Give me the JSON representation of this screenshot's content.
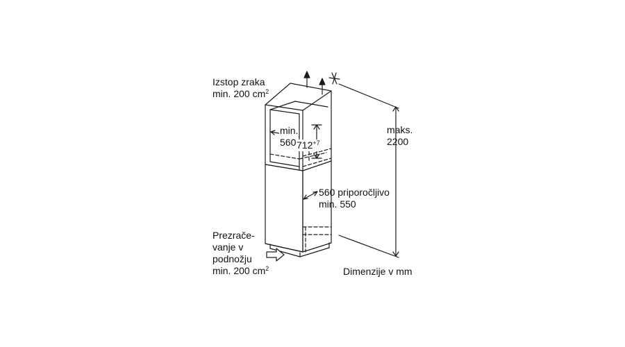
{
  "labels": {
    "air_outlet": {
      "line1": "Izstop zraka",
      "line2": "min. 200 cm",
      "sup": "2"
    },
    "niche_width": {
      "line1": "min.",
      "line2": "560"
    },
    "niche_height": {
      "value": "712",
      "sup": "+7"
    },
    "total_height": {
      "line1": "maks.",
      "line2": "2200"
    },
    "depth": {
      "line1": "560 priporočljivo",
      "line2": "min. 550"
    },
    "plinth_vent": {
      "line1": "Prezrače-",
      "line2": "vanje v",
      "line3": "podnožju",
      "line4": "min. 200 cm",
      "sup": "2"
    },
    "units": "Dimenzije v mm"
  },
  "icons": [
    "air-outlet-arrow-icon",
    "air-outlet-arrow-icon",
    "ventilation-symbol-icon",
    "plinth-airflow-arrow-icon"
  ],
  "colors": {
    "line": "#1a1a1a",
    "text": "#111111",
    "background": "#ffffff"
  }
}
